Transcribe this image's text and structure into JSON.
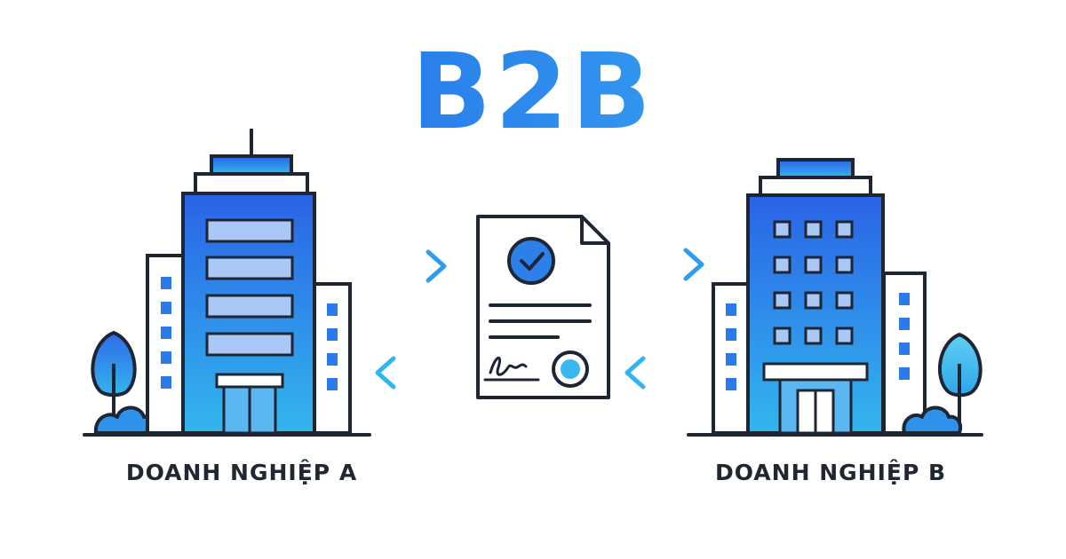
{
  "title": "B2B",
  "company_a": {
    "label": "DOANH NGHIỆP A"
  },
  "company_b": {
    "label": "DOANH NGHIỆP B"
  },
  "icons": {
    "building_a": "office-building-icon",
    "building_b": "office-building-icon",
    "document": "signed-contract-icon",
    "check": "check-circle-icon",
    "seal": "seal-icon",
    "signature": "signature-icon",
    "tree": "tree-icon",
    "bush": "bush-icon"
  },
  "colors": {
    "primary_blue": "#2563eb",
    "light_blue": "#38bdf8",
    "outline": "#1e2533",
    "window_light": "#a9c8f5"
  }
}
